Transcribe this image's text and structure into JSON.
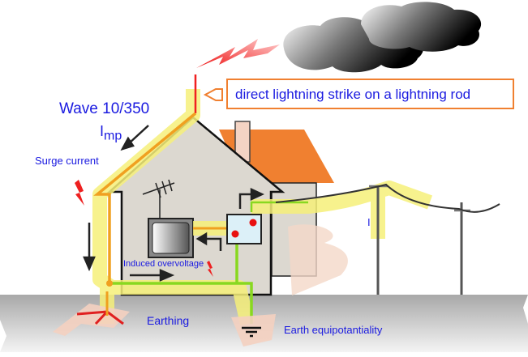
{
  "diagram": {
    "title": "Direct lightning strike on a house",
    "callout": "direct lightning strike on a lightning rod",
    "labels": {
      "wave": "Wave 10/350",
      "imp_main": "I",
      "imp_sub": "mp",
      "surge_current": "Surge current",
      "induced_overvoltage": "Induced overvoltage",
      "earthing": "Earthing",
      "earth_equipotentiality": "Earth equipotantiality",
      "line_current": "I"
    },
    "colors": {
      "label_text": "#1a1ae0",
      "callout_border": "#f08030",
      "surge_glow": "#f6f07a",
      "conductor_orange": "#f0a020",
      "earth_green": "#88d820",
      "roof": "#f08030",
      "house_wall": "#dcd8d0",
      "ground": "#b0b0b0",
      "lightning": "#f02020"
    }
  }
}
